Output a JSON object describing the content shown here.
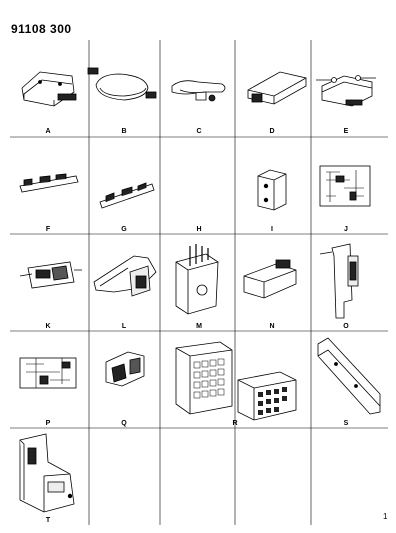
{
  "diagram": {
    "title": "91108 300",
    "page_number": "1",
    "panels": [
      {
        "label": "A",
        "icon": "controller-box"
      },
      {
        "label": "B",
        "icon": "oval-module"
      },
      {
        "label": "C",
        "icon": "sensor-clip"
      },
      {
        "label": "D",
        "icon": "flat-module"
      },
      {
        "label": "E",
        "icon": "relay-bracket"
      },
      {
        "label": "F",
        "icon": "circuit-strip"
      },
      {
        "label": "G",
        "icon": "circuit-strip"
      },
      {
        "label": "H",
        "icon": "blank"
      },
      {
        "label": "I",
        "icon": "small-block"
      },
      {
        "label": "J",
        "icon": "circuit-board"
      },
      {
        "label": "K",
        "icon": "bracket-module"
      },
      {
        "label": "L",
        "icon": "mounting-bracket"
      },
      {
        "label": "M",
        "icon": "wired-module"
      },
      {
        "label": "N",
        "icon": "square-module"
      },
      {
        "label": "O",
        "icon": "bent-bracket"
      },
      {
        "label": "P",
        "icon": "circuit-board"
      },
      {
        "label": "Q",
        "icon": "small-bracket"
      },
      {
        "label": "R",
        "icon": "fuse-blocks"
      },
      {
        "label": "S",
        "icon": "long-bracket"
      },
      {
        "label": "T",
        "icon": "junction-box"
      }
    ]
  }
}
